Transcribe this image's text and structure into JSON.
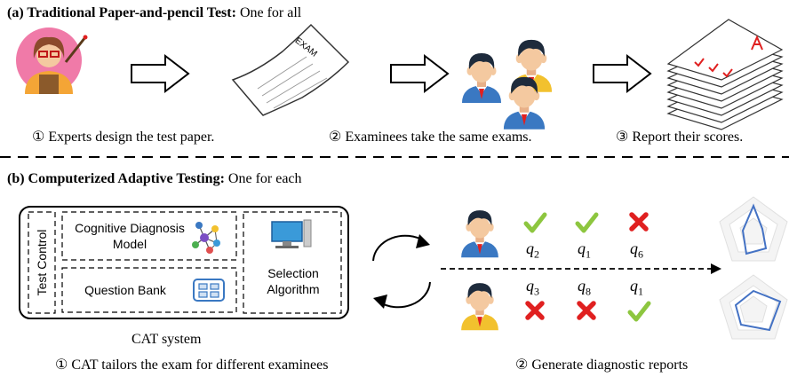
{
  "section_a": {
    "title_bold": "(a) Traditional Paper-and-pencil Test:",
    "title_rest": " One for all",
    "exam_label": "EXAM",
    "steps": [
      "① Experts design the test paper.",
      "② Examinees take the same exams.",
      "③ Report their scores."
    ]
  },
  "section_b": {
    "title_bold": "(b) Computerized Adaptive Testing:",
    "title_rest": " One for each",
    "test_control": "Test Control",
    "cdm": "Cognitive Diagnosis Model",
    "question_bank": "Question Bank",
    "selection": "Selection Algorithm",
    "cat_system": "CAT system",
    "step1": "① CAT tailors the exam for different examinees",
    "step2": "② Generate diagnostic reports",
    "row1": [
      {
        "q": "q",
        "sub": "2",
        "result": "correct"
      },
      {
        "q": "q",
        "sub": "1",
        "result": "correct"
      },
      {
        "q": "q",
        "sub": "6",
        "result": "wrong"
      }
    ],
    "row2": [
      {
        "q": "q",
        "sub": "3",
        "result": "wrong"
      },
      {
        "q": "q",
        "sub": "8",
        "result": "wrong"
      },
      {
        "q": "q",
        "sub": "1",
        "result": "correct"
      }
    ]
  },
  "colors": {
    "check": "#8dc63f",
    "cross": "#e02020",
    "radar_line": "#4472c4",
    "avatar_shirt_blue": "#3a78c2",
    "avatar_shirt_yellow": "#f2c12e",
    "avatar_skin": "#f4c9a0",
    "avatar_hair": "#1e2b3c"
  }
}
